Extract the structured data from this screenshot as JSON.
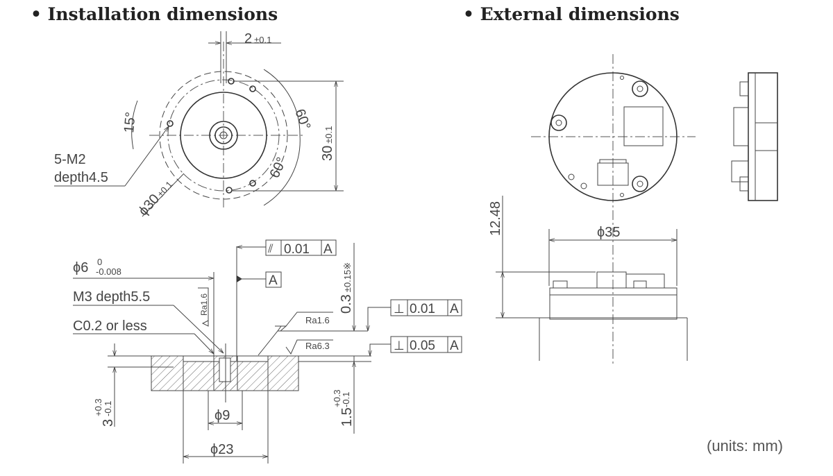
{
  "headings": {
    "installation": "• Installation dimensions",
    "external": "• External dimensions"
  },
  "installation_top": {
    "slot_width": "2",
    "slot_tol": "±0.1",
    "angle_top": "60°",
    "angle_bottom": "60°",
    "angle_left": "15°",
    "height": "30",
    "height_tol": "±0.1",
    "thread_line1": "5-M2",
    "thread_line2": "depth4.5",
    "pcd": "ϕ30",
    "pcd_tol": "±0.1"
  },
  "installation_section": {
    "parallelism_symbol": "⫽",
    "parallelism_value": "0.01",
    "parallelism_datum": "A",
    "datum_label": "A",
    "shaft_dia": "ϕ6",
    "shaft_tol_upper": "0",
    "shaft_tol_lower": "-0.008",
    "thread": "M3 depth5.5",
    "chamfer": "C0.2 or less",
    "ra_shaft": "Ra1.6",
    "ra_face": "Ra1.6",
    "ra_surface": "Ra6.3",
    "gap": "0.3",
    "gap_tol": "±0.15※",
    "perp1_symbol": "⊥",
    "perp1_value": "0.01",
    "perp1_datum": "A",
    "perp2_symbol": "⊥",
    "perp2_value": "0.05",
    "perp2_datum": "A",
    "depth_left": "3",
    "depth_left_tol_upper": "+0.3",
    "depth_left_tol_lower": "-0.1",
    "depth_right": "1.5",
    "depth_right_tol_upper": "+0.3",
    "depth_right_tol_lower": "-0.1",
    "bore_dia": "ϕ9",
    "recess_dia": "ϕ23"
  },
  "external": {
    "height": "12.48",
    "diameter": "ϕ35"
  },
  "units": "(units: mm)"
}
